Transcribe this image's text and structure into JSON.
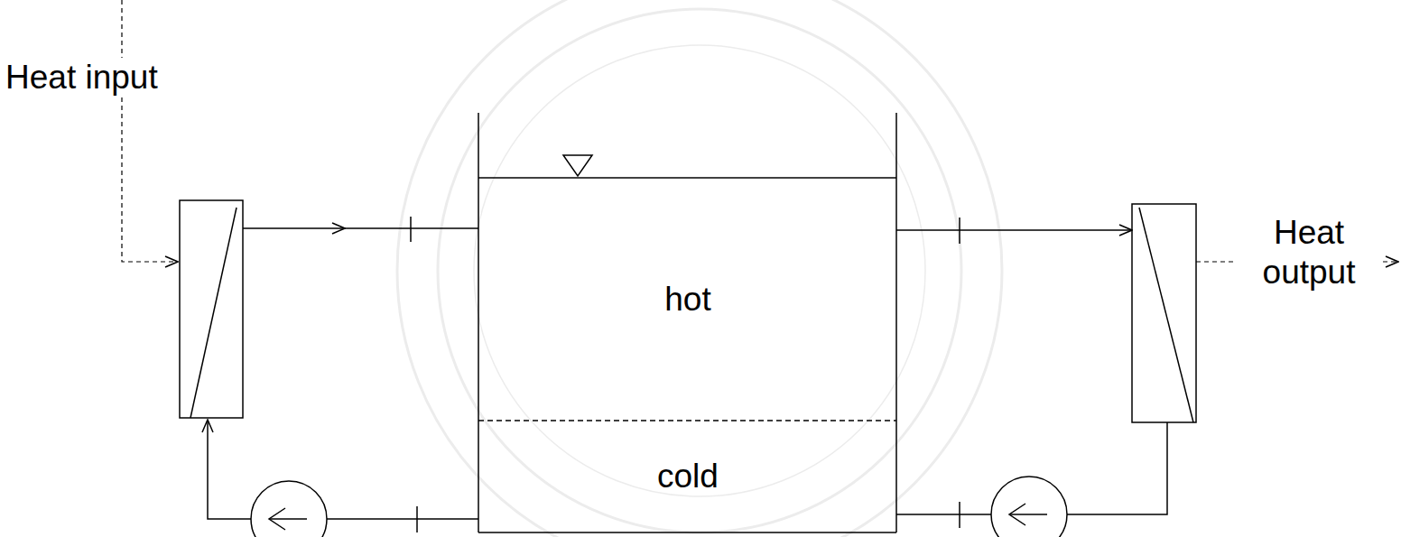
{
  "diagram": {
    "nodes": [
      {
        "text": [
          "hot"
        ]
      },
      {
        "text": [
          "cold"
        ]
      }
    ],
    "labels": [
      "Heat input",
      "Heat output"
    ]
  }
}
